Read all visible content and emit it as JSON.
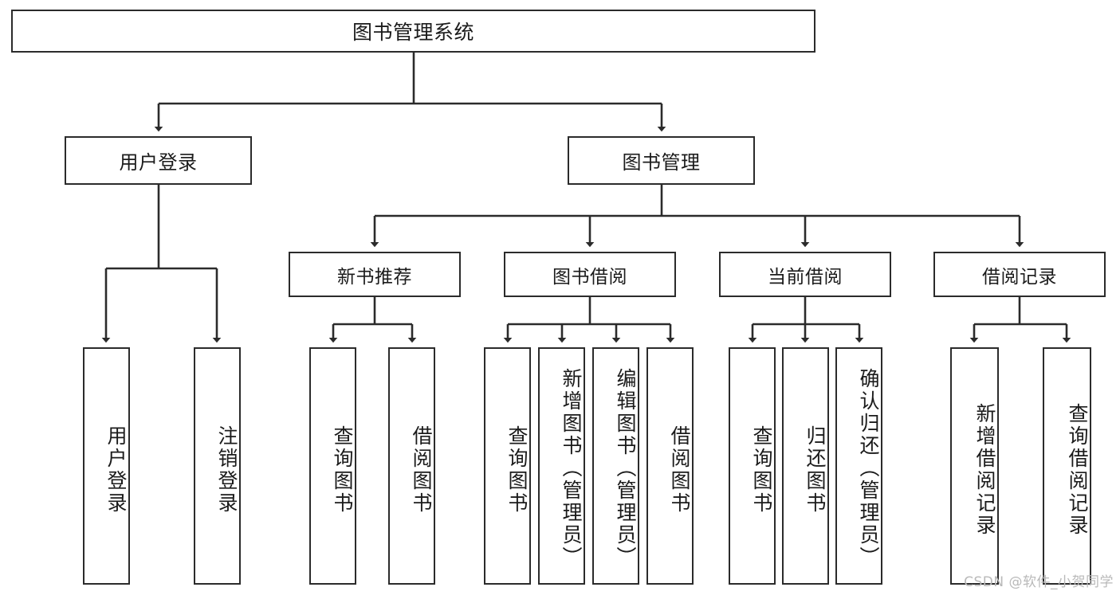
{
  "diagram": {
    "title": "图书管理系统",
    "type": "tree-hierarchy-chart",
    "colors": {
      "box_border": "#2b2b2b",
      "box_fill": "#ffffff",
      "edge": "#2b2b2b",
      "text": "#1b1b1b",
      "watermark": "#b9b9b9"
    },
    "root": {
      "label": "图书管理系统"
    },
    "level2": [
      {
        "label": "用户登录"
      },
      {
        "label": "图书管理"
      }
    ],
    "level3": [
      {
        "label": "新书推荐"
      },
      {
        "label": "图书借阅"
      },
      {
        "label": "当前借阅"
      },
      {
        "label": "借阅记录"
      }
    ],
    "leaves": {
      "user_login": [
        {
          "label": "用户登录"
        },
        {
          "label": "注销登录"
        }
      ],
      "new_book_recommend": [
        {
          "label": "查询图书"
        },
        {
          "label": "借阅图书"
        }
      ],
      "book_borrow": [
        {
          "label": "查询图书"
        },
        {
          "label": "新增图书（管理员）"
        },
        {
          "label": "编辑图书（管理员）"
        },
        {
          "label": "借阅图书"
        }
      ],
      "current_borrow": [
        {
          "label": "查询图书"
        },
        {
          "label": "归还图书"
        },
        {
          "label": "确认归还（管理员）"
        }
      ],
      "borrow_record": [
        {
          "label": "新增借阅记录"
        },
        {
          "label": "查询借阅记录"
        }
      ]
    }
  },
  "watermark": {
    "text": "CSDN @软件_小贺同学"
  }
}
